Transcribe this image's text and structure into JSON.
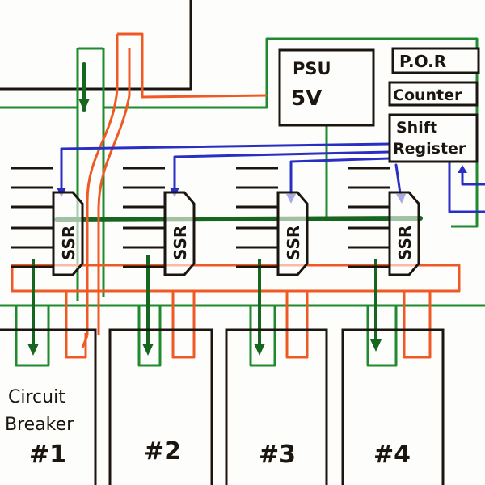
{
  "diagram": {
    "psu": {
      "line1": "PSU",
      "line2": "5V"
    },
    "control": {
      "por": "P.O.R",
      "counter": "Counter",
      "shift_line1": "Shift",
      "shift_line2": "Register"
    },
    "ssr_label": "SSR",
    "ssr_count": 4,
    "breakers": [
      {
        "line1": "Circuit",
        "line2": "Breaker",
        "number": "#1"
      },
      {
        "line1": "",
        "line2": "",
        "number": "#2"
      },
      {
        "line1": "",
        "line2": "",
        "number": "#3"
      },
      {
        "line1": "",
        "line2": "",
        "number": "#4"
      }
    ],
    "colors": {
      "ink": "#1b1510",
      "green": "#1f8a2e",
      "dark_green": "#16661f",
      "orange": "#ef5a24",
      "blue": "#2a2fc4",
      "paper": "#fdfdfb"
    }
  }
}
